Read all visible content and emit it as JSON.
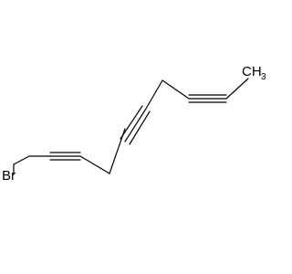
{
  "molecule": {
    "atoms": {
      "bromine": "Br",
      "methyl_element": "CH",
      "methyl_count": "3"
    }
  }
}
